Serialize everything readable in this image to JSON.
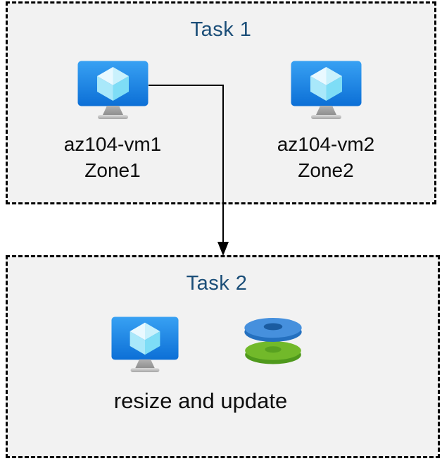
{
  "diagram": {
    "background": "#ffffff",
    "box_background": "#f2f2f2",
    "box_border_color": "#000000",
    "title_color": "#1b4e78",
    "label_color": "#0d0d0d",
    "arrow_color": "#000000"
  },
  "task1": {
    "title": "Task 1",
    "vms": [
      {
        "name": "az104-vm1",
        "zone": "Zone1",
        "icon": "azure-vm-icon"
      },
      {
        "name": "az104-vm2",
        "zone": "Zone2",
        "icon": "azure-vm-icon"
      }
    ]
  },
  "task2": {
    "title": "Task 2",
    "caption": "resize and update",
    "icons": [
      "azure-vm-icon",
      "azure-disks-icon"
    ]
  },
  "connector": {
    "from": "az104-vm1",
    "to": "Task 2",
    "style": "elbow-arrow"
  }
}
